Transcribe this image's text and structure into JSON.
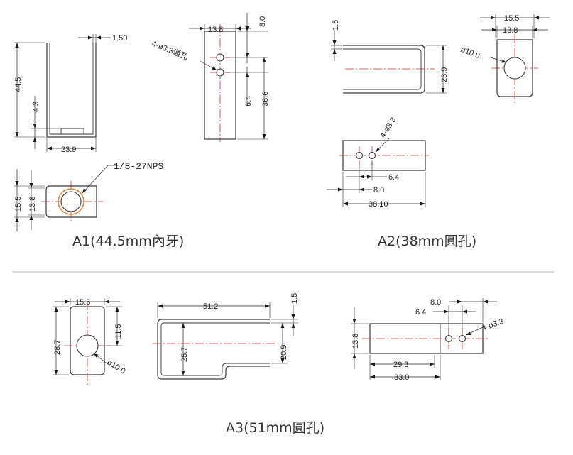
{
  "a1": {
    "caption": "A1(44.5mm內牙)",
    "side_view": {
      "thickness": "1.50",
      "height": "44.5",
      "base": "4.3",
      "width": "23.9"
    },
    "front_view": {
      "top_width": "13.8",
      "top_offset": "8.0",
      "hole_note": "4-ø3.3通孔",
      "hole_spacing": "6.4",
      "height": "36.6"
    },
    "bottom_view": {
      "thread_note": "1/8-27NPS",
      "outer": "15.5",
      "inner": "13.8"
    }
  },
  "a2": {
    "caption": "A2(38mm圓孔)",
    "side_view": {
      "thickness": "1.5",
      "depth": "23.9"
    },
    "end_view": {
      "outer": "15.5",
      "inner": "13.8",
      "hole_note": "ø10.0"
    },
    "bottom_view": {
      "hole_note": "4-ø3.3",
      "hole_spacing": "6.4",
      "hole_offset": "8.0",
      "length": "38.10"
    }
  },
  "a3": {
    "caption": "A3(51mm圓孔)",
    "end_view": {
      "width": "15.5",
      "height": "28.7",
      "hole_center": "11.5",
      "hole_note": "ø10.0"
    },
    "side_view": {
      "length": "51.2",
      "thickness": "1.5",
      "outer": "25.7",
      "inner": "20.9"
    },
    "bottom_view": {
      "offset_a": "8.0",
      "offset_b": "6.4",
      "hole_note": "4-ø3.3",
      "height": "13.8",
      "inner_len": "29.3",
      "length": "33.0"
    }
  }
}
